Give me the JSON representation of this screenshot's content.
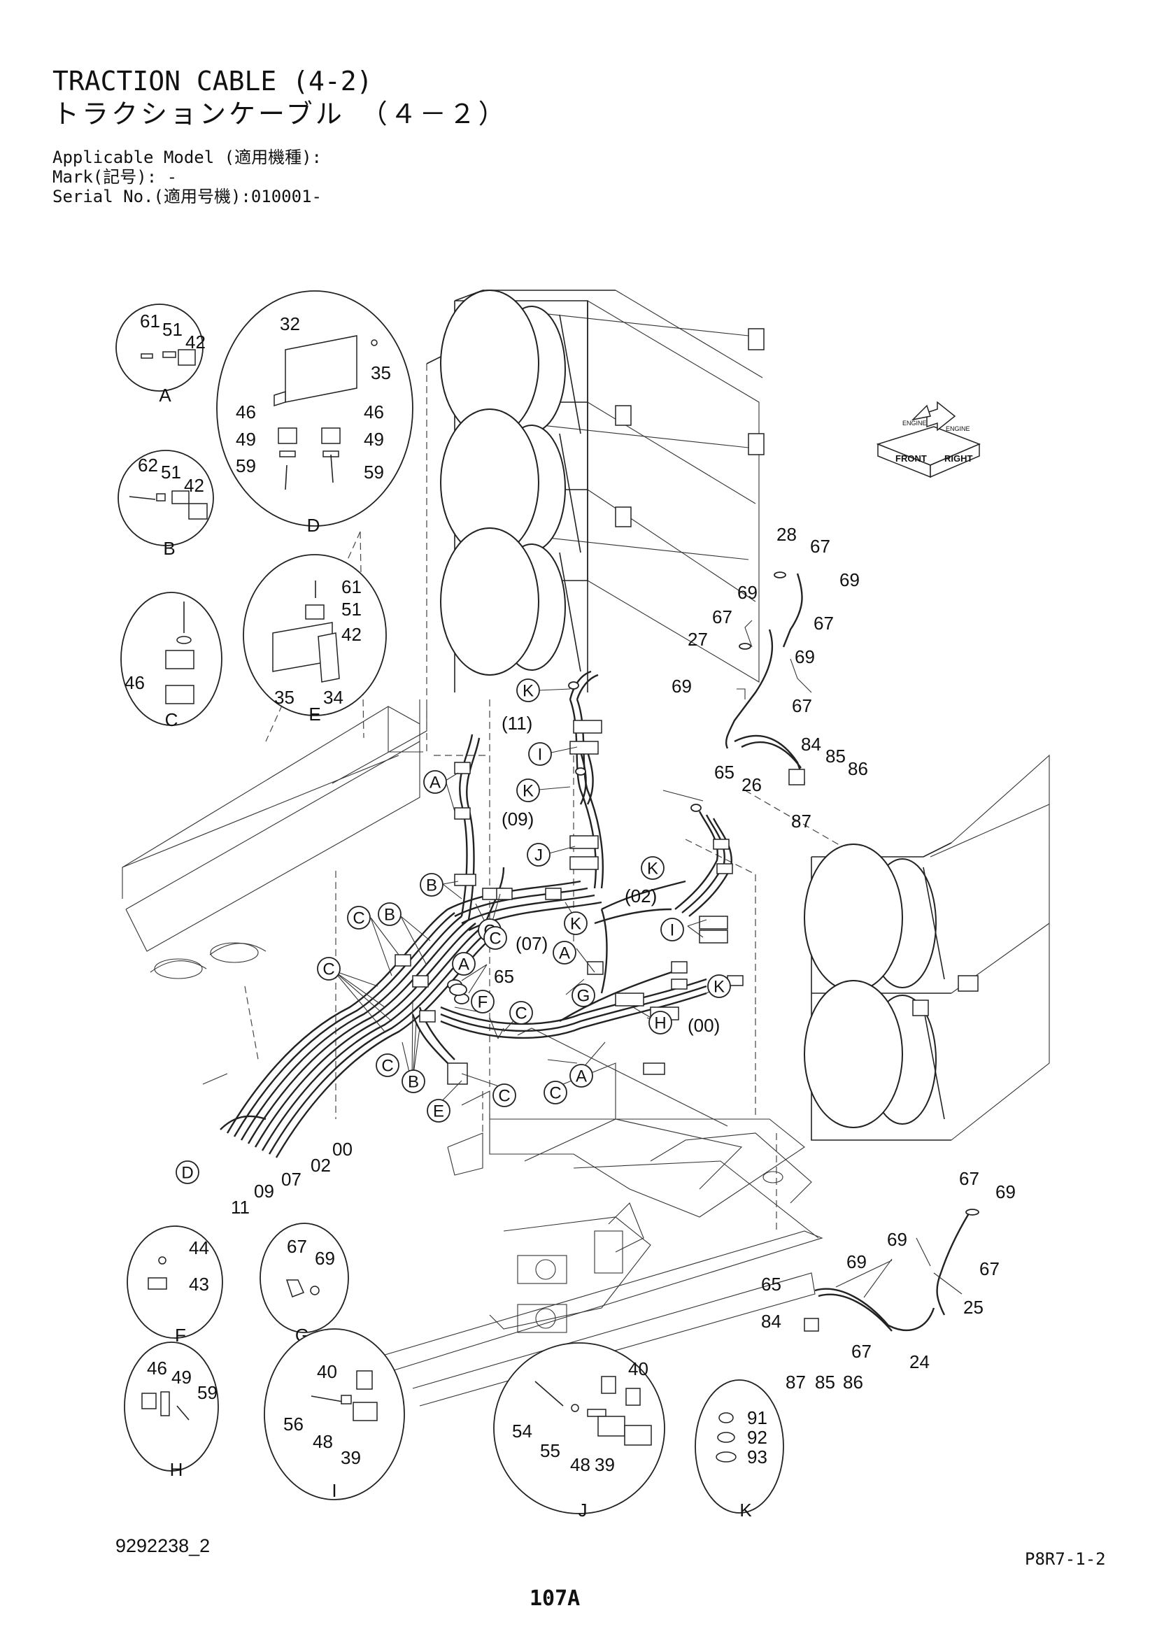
{
  "header": {
    "title_en": "TRACTION CABLE (4-2)",
    "title_jp": "トラクションケーブル　（４－２）",
    "applicable_model": "Applicable Model (適用機種):",
    "mark": "Mark(記号): -",
    "serial": "Serial No.(適用号機):010001-"
  },
  "compass": {
    "front": "FRONT",
    "right": "RIGHT",
    "engine_left": "ENGINE",
    "engine_right": "ENGINE"
  },
  "details": {
    "A": {
      "label": "A",
      "parts": [
        "61",
        "51",
        "42"
      ]
    },
    "B": {
      "label": "B",
      "parts": [
        "62",
        "51",
        "42"
      ]
    },
    "C": {
      "label": "C",
      "parts": [
        "46"
      ]
    },
    "D": {
      "label": "D",
      "parts": [
        "32",
        "35",
        "46",
        "46",
        "49",
        "49",
        "59",
        "59"
      ]
    },
    "E": {
      "label": "E",
      "parts": [
        "61",
        "51",
        "42",
        "35",
        "34"
      ]
    },
    "F": {
      "label": "F",
      "parts": [
        "44",
        "43"
      ]
    },
    "G": {
      "label": "G",
      "parts": [
        "67",
        "69"
      ]
    },
    "H": {
      "label": "H",
      "parts": [
        "46",
        "49",
        "59"
      ]
    },
    "I": {
      "label": "I",
      "parts": [
        "40",
        "56",
        "48",
        "39"
      ]
    },
    "J": {
      "label": "J",
      "parts": [
        "40",
        "54",
        "55",
        "48",
        "39"
      ]
    },
    "K": {
      "label": "K",
      "parts": [
        "91",
        "92",
        "93"
      ]
    }
  },
  "callouts": {
    "upper_right": [
      "28",
      "67",
      "69",
      "69",
      "67",
      "67",
      "27",
      "69",
      "69",
      "67",
      "84",
      "85",
      "86",
      "65",
      "26",
      "87"
    ],
    "lower_right": [
      "67",
      "69",
      "69",
      "67",
      "69",
      "65",
      "25",
      "84",
      "67",
      "24",
      "87",
      "85",
      "86"
    ],
    "harness_numbers": [
      "(11)",
      "(09)",
      "(02)",
      "(07)",
      "(00)",
      "65"
    ],
    "harness_ends": [
      "00",
      "02",
      "07",
      "09",
      "11"
    ]
  },
  "bubbles": [
    "K",
    "I",
    "A",
    "K",
    "J",
    "B",
    "C",
    "B",
    "K",
    "C",
    "C",
    "A",
    "K",
    "I",
    "A",
    "C",
    "G",
    "F",
    "C",
    "H",
    "K",
    "C",
    "B",
    "C",
    "C",
    "A",
    "E",
    "D"
  ],
  "footer": {
    "drawing_no": "9292238_2",
    "page_code": "P8R7-1-2",
    "page_no": "107A"
  }
}
